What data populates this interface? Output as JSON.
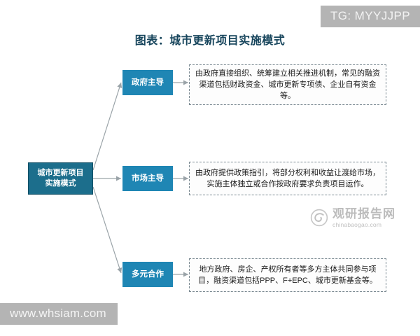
{
  "title": "图表：城市更新项目实施模式",
  "root": {
    "label": "城市更新项目\n实施模式",
    "line1": "城市更新项目",
    "line2": "实施模式"
  },
  "branches": [
    {
      "label": "政府主导",
      "description": "由政府直接组织、统筹建立相关推进机制，常见的融资渠道包括财政资金、城市更新专项债、企业自有资金等。"
    },
    {
      "label": "市场主导",
      "description": "由政府提供政策指引，将部分权利和收益让渡给市场，实施主体独立或合作按政府要求负责项目运作。"
    },
    {
      "label": "多元合作",
      "description": "地方政府、房企、产权所有者等多方主体共同参与项目，融资渠道包括PPP、F+EPC、城市更新基金等。"
    }
  ],
  "watermarks": {
    "tg": "TG: MYYJJPP",
    "url": "www.whsiam.com",
    "logo_cn": "观研报告网",
    "logo_en": "chinabaogao.com"
  },
  "colors": {
    "root_fill": "#1c6e8c",
    "branch_fill": "#1f86b4",
    "title_text": "#17455c",
    "connector": "#9aa3a8",
    "desc_border": "#7b8a92",
    "watermark_band": "#b4b4b4"
  }
}
